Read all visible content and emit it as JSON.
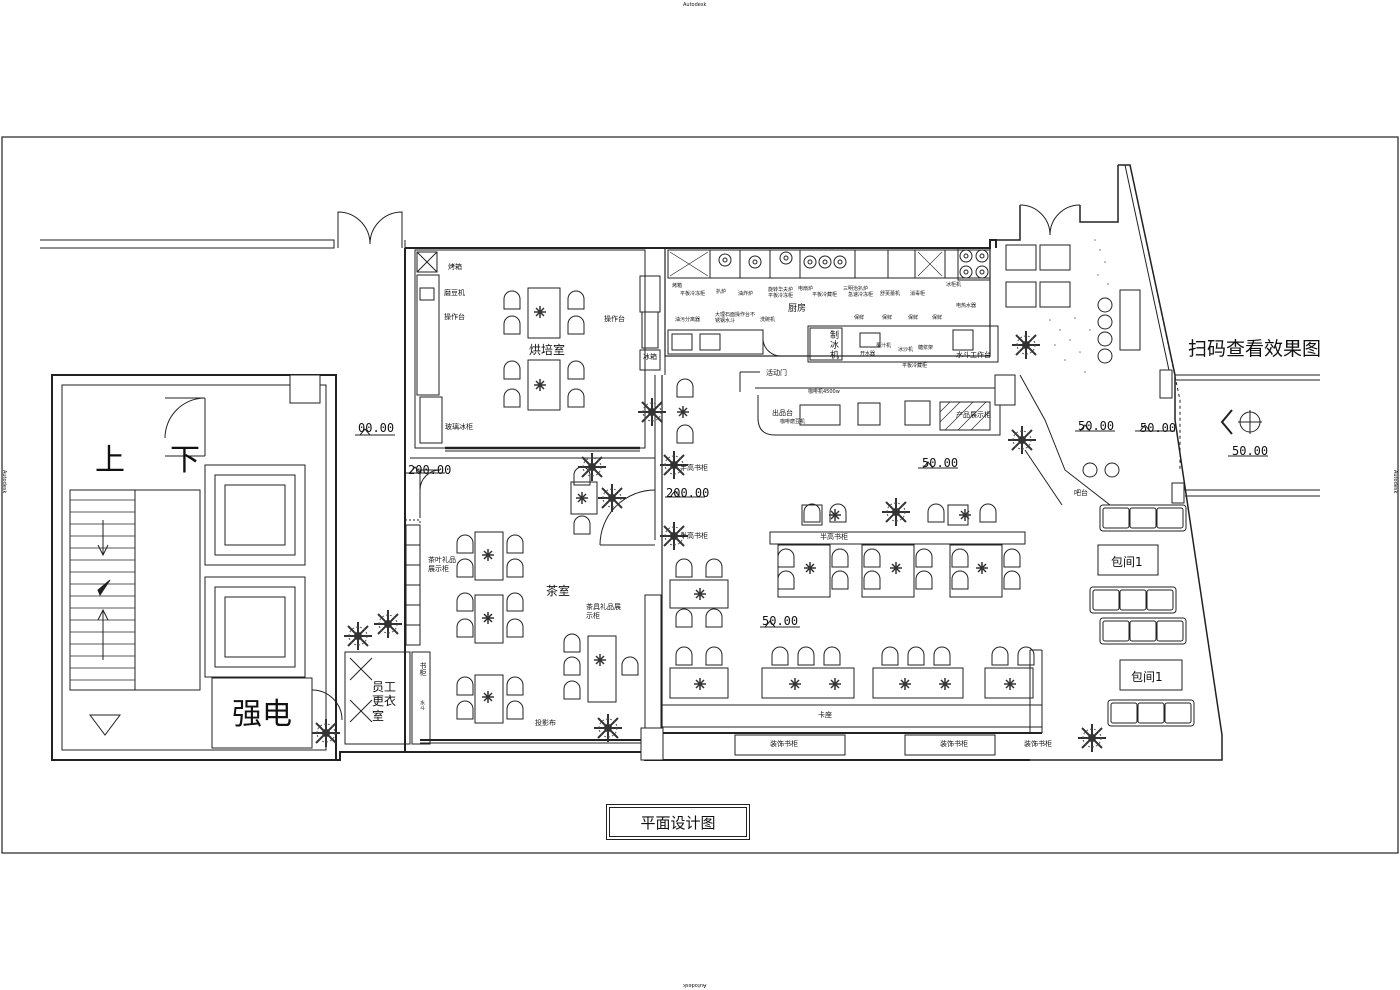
{
  "watermark": {
    "top": "Autodesk",
    "bottom": "Autodesk",
    "left": "Autodesk",
    "right": "Autodesk"
  },
  "title": "平面设计图",
  "qr_note": "扫码查看效果图",
  "stairs": {
    "up": "上",
    "down": "下"
  },
  "rooms": {
    "electric": "强电",
    "bakery": "烘培室",
    "kitchen": "厨房",
    "tea_room": "茶室",
    "staff": "员工更衣室",
    "private1": "包间1",
    "private2": "包间1"
  },
  "levels": {
    "l1": "00.00",
    "l2": "200.00",
    "l3": "200.00",
    "l4": "50.00",
    "l5": "50.00",
    "l6": "50.00",
    "l7": "50.00",
    "l8": "50.00"
  },
  "labels": {
    "oven": "烤箱",
    "grinder": "磨豆机",
    "worktable": "操作台",
    "glass_fridge": "玻璃冰柜",
    "worktable2": "操作台",
    "fridge": "冰箱",
    "half_shelf1": "半高书柜",
    "half_shelf2": "半高书柜",
    "half_shelf3": "半高书柜",
    "tea_gift": "茶叶礼品展示柜",
    "teaware": "茶具礼品展示柜",
    "projector": "投影布",
    "card_seat": "卡座",
    "deco_shelf1": "装饰书柜",
    "deco_shelf2": "装饰书柜",
    "deco_shelf3": "装饰书柜",
    "bar": "吧台",
    "ice_maker": "制冰机",
    "sink_station": "水斗工作台",
    "product_display": "产品展示柜",
    "pickup": "出品台",
    "coffee_machine": "咖啡机4500w",
    "coffee_grinder": "咖啡磨豆机",
    "slide_door": "活动门",
    "book": "书柜",
    "water_sink": "水斗",
    "wash": "洗碗机",
    "oil_sep": "油污分离器",
    "stone_table": "大理石面操作台不锈钢水斗",
    "heater": "电热水器"
  },
  "kitchen_equipment": [
    "烤箱",
    "平板冷冻柜",
    "扒炉",
    "油炸炉",
    "旋转华夫炉",
    "平板冷冻柜",
    "电扇炉",
    "平板冷藏柜",
    "三明治扒炉",
    "急速冷冻柜",
    "舒芙蕾机",
    "消毒柜",
    "冰柜机",
    "保鲜",
    "保鲜",
    "保鲜",
    "保鲜"
  ],
  "kitchen_small": {
    "a": "开水器",
    "b": "果汁机",
    "c": "冰沙机",
    "d": "糖浆架",
    "e": "平板冷藏柜"
  }
}
